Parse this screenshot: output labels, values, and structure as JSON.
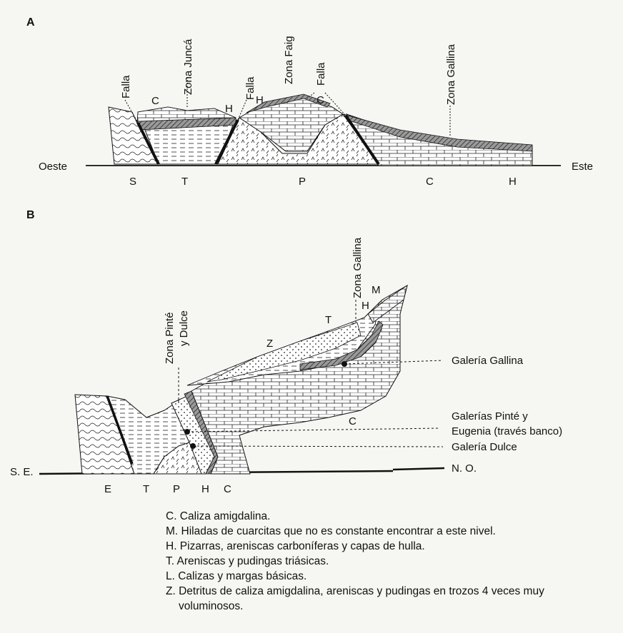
{
  "panel_a": {
    "label": "A",
    "labels": {
      "falla_1": "Falla",
      "zona_junca": "Zona Juncá",
      "falla_2": "Falla",
      "zona_faig": "Zona Faig",
      "falla_3": "Falla",
      "zona_gallina": "Zona Gallina",
      "c_top_1": "C",
      "h_top_1": "H",
      "h_top_2": "H",
      "c_top_2": "C",
      "west": "Oeste",
      "east": "Este"
    },
    "base_units": [
      "S",
      "T",
      "P",
      "C",
      "H"
    ]
  },
  "panel_b": {
    "label": "B",
    "labels": {
      "zona_gallina": "Zona Gallina",
      "zona_pinte_1": "Zona Pinté",
      "zona_pinte_2": "y Dulce",
      "m": "M",
      "h": "H",
      "t": "T",
      "z": "Z",
      "c": "C",
      "galeria_gallina": "Galería Gallina",
      "galerias_pinte_1": "Galerías Pinté y",
      "galerias_pinte_2": "Eugenia (través banco)",
      "galeria_dulce": "Galería Dulce",
      "se": "S. E.",
      "no": "N. O."
    },
    "base_units": [
      "E",
      "T",
      "P",
      "H",
      "C"
    ]
  },
  "legend": [
    "C. Caliza amigdalina.",
    "M. Hiladas de cuarcitas que no es constante encontrar a este nivel.",
    "H. Pizarras, areniscas carboníferas y capas de hulla.",
    "T. Areniscas y pudingas triásicas.",
    "L. Calizas y margas básicas.",
    "Z. Detritus de caliza amigdalina, areniscas y pudingas en trozos 4 veces muy voluminosos."
  ]
}
